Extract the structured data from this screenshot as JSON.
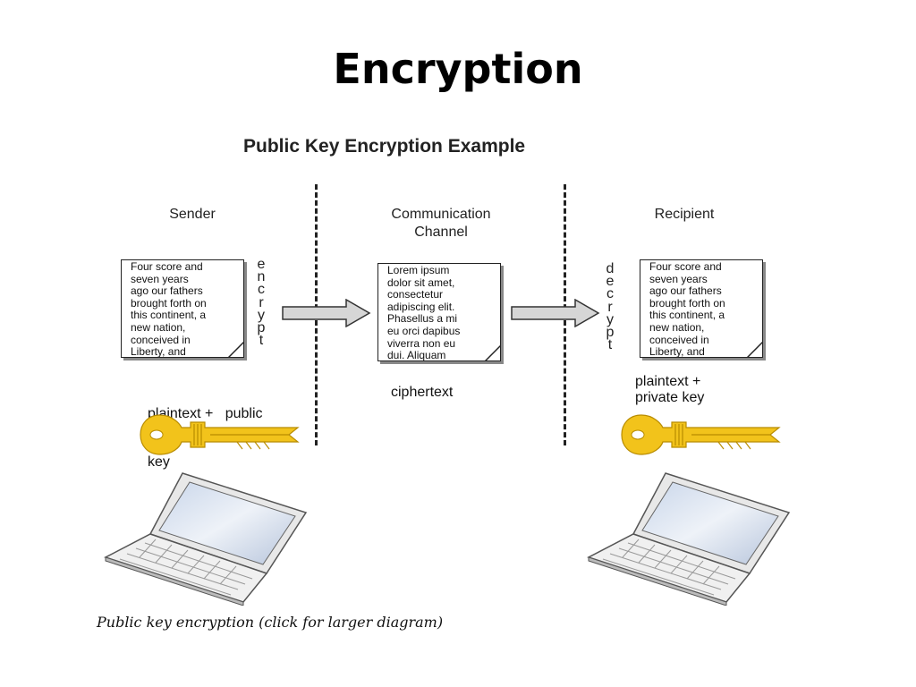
{
  "slide": {
    "title": "Encryption"
  },
  "diagram": {
    "title": "Public Key Encryption Example",
    "columns": {
      "sender": "Sender",
      "channel_line1": "Communication",
      "channel_line2": "Channel",
      "recipient": "Recipient"
    },
    "sender_doc": "Four score and\nseven years\nago our fathers\nbrought forth on\nthis continent, a\nnew nation,\nconceived in\nLiberty, and",
    "channel_doc": "Lorem ipsum\ndolor sit amet,\nconsectetur\nadipiscing elit.\nPhasellus a mi\neu orci dapibus\nviverra non eu\ndui. Aliquam",
    "recipient_doc": "Four score and\nseven years\nago our fathers\nbrought forth on\nthis continent, a\nnew nation,\nconceived in\nLiberty, and",
    "encrypt_word": "e\nn\nc\nr\ny\np\nt",
    "decrypt_word": "d\ne\nc\nr\ny\np\nt",
    "sender_caption_line1": "plaintext +   public",
    "sender_caption_line2": "key",
    "channel_caption": "ciphertext",
    "recipient_caption_line1": "plaintext +",
    "recipient_caption_line2": "private key",
    "key_color": "#f2c31b",
    "footer": "Public key encryption (click for larger diagram)"
  }
}
